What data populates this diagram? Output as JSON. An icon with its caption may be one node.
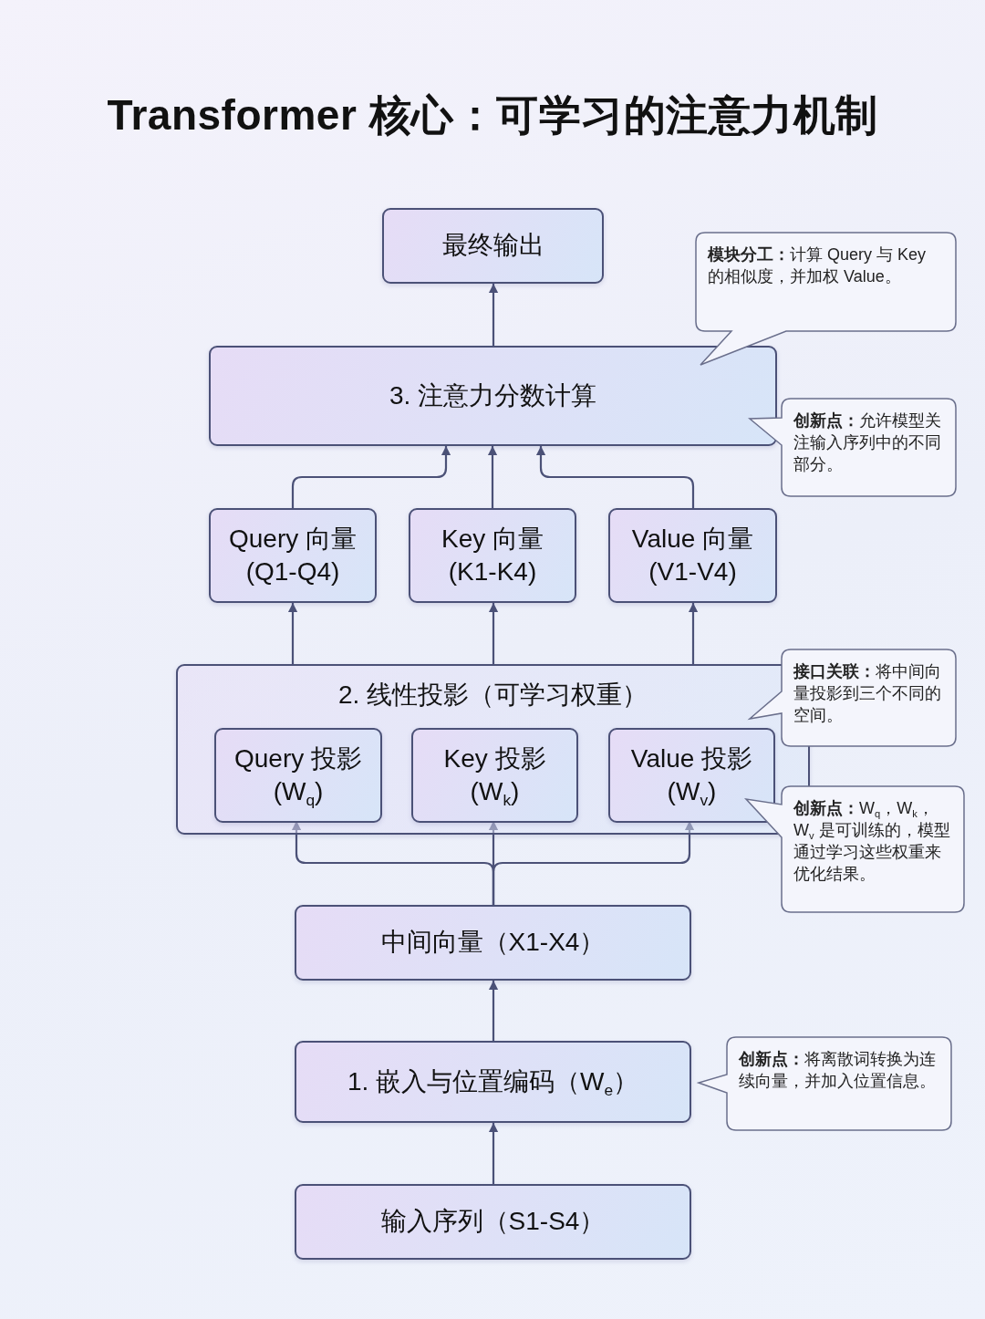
{
  "diagram": {
    "title": "Transformer 核心：可学习的注意力机制",
    "nodes": [
      {
        "text": [
          "最终输出"
        ]
      },
      {
        "text": [
          "3. 注意力分数计算"
        ]
      },
      {
        "text": [
          "Query 向量 (Q1-Q4)"
        ]
      },
      {
        "text": [
          "Key 向量 (K1-K4)"
        ]
      },
      {
        "text": [
          "Value 向量 (V1-V4)"
        ]
      },
      {
        "text": [
          "2. 线性投影（可学习权重）"
        ]
      },
      {
        "text": [
          "Query 投影 (W$_{q}$)"
        ],
        "in": 5
      },
      {
        "text": [
          "Key 投影 (W$_{k}$)"
        ],
        "in": 5
      },
      {
        "text": [
          "Value 投影 (W$_{v}$)"
        ],
        "in": 5
      },
      {
        "text": [
          "中间向量（X1-X4）"
        ]
      },
      {
        "text": [
          "1. 嵌入与位置编码（W$_{e}$）"
        ]
      },
      {
        "text": [
          "输入序列（S1-S4）"
        ]
      },
      {
        "text": [
          "**模块分工：**计算 Query 与 Key 的相似度，并加权 Value。"
        ]
      },
      {
        "text": [
          "**创新点：**允许模型关注输入序列中的不同部分。"
        ]
      },
      {
        "text": [
          "**接口关联：**将中间向量投影到三个不同的空间。"
        ]
      },
      {
        "text": [
          "**创新点：**W$_{q}$，W$_{k}$，W$_{v}$ 是可训练的，模型通过学习这些权重来优化结果。"
        ]
      },
      {
        "text": [
          "**创新点：**将离散词转换为连续向量，并加入位置信息。"
        ]
      }
    ],
    "edges": [
      {
        "from": 11,
        "to": 10,
        "arrow": "to"
      },
      {
        "from": 10,
        "to": 9,
        "arrow": "to"
      },
      {
        "from": 9,
        "to": 6,
        "arrow": "to"
      },
      {
        "from": 9,
        "to": 7,
        "arrow": "to"
      },
      {
        "from": 9,
        "to": 8,
        "arrow": "to"
      },
      {
        "from": 5,
        "to": 2,
        "arrow": "to"
      },
      {
        "from": 5,
        "to": 3,
        "arrow": "to"
      },
      {
        "from": 5,
        "to": 4,
        "arrow": "to"
      },
      {
        "from": 2,
        "to": 1,
        "arrow": "to"
      },
      {
        "from": 3,
        "to": 1,
        "arrow": "to"
      },
      {
        "from": 4,
        "to": 1,
        "arrow": "to"
      },
      {
        "from": 1,
        "to": 0,
        "arrow": "to"
      }
    ]
  }
}
